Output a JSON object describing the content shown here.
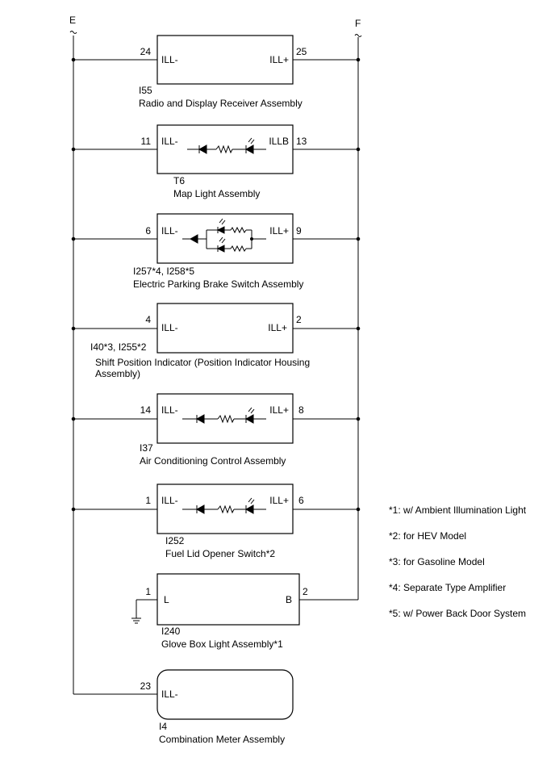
{
  "buses": {
    "left": "E",
    "right": "F"
  },
  "components": {
    "radio": {
      "code": "I55",
      "name": "Radio and Display Receiver Assembly",
      "pin_left": "24",
      "label_left": "ILL-",
      "pin_right": "25",
      "label_right": "ILL+"
    },
    "map": {
      "code": "T6",
      "name": "Map Light Assembly",
      "pin_left": "11",
      "label_left": "ILL-",
      "pin_right": "13",
      "label_right": "ILLB"
    },
    "epb": {
      "code": "I257*4, I258*5",
      "name": "Electric Parking Brake Switch Assembly",
      "pin_left": "6",
      "label_left": "ILL-",
      "pin_right": "9",
      "label_right": "ILL+"
    },
    "shift": {
      "code": "I40*3, I255*2",
      "name_line1": "Shift Position Indicator (Position Indicator Housing",
      "name_line2": "Assembly)",
      "pin_left": "4",
      "label_left": "ILL-",
      "pin_right": "2",
      "label_right": "ILL+"
    },
    "ac": {
      "code": "I37",
      "name": "Air Conditioning Control Assembly",
      "pin_left": "14",
      "label_left": "ILL-",
      "pin_right": "8",
      "label_right": "ILL+"
    },
    "fuel": {
      "code": "I252",
      "name": "Fuel Lid Opener Switch*2",
      "pin_left": "1",
      "label_left": "ILL-",
      "pin_right": "6",
      "label_right": "ILL+"
    },
    "glove": {
      "code": "I240",
      "name": "Glove Box Light Assembly*1",
      "pin_left": "1",
      "label_left": "L",
      "pin_right": "2",
      "label_right": "B"
    },
    "meter": {
      "code": "I4",
      "name": "Combination Meter Assembly",
      "pin_left": "23",
      "label_left": "ILL-"
    }
  },
  "notes": [
    "*1: w/ Ambient Illumination Light",
    "*2: for HEV Model",
    "*3: for Gasoline Model",
    "*4: Separate Type Amplifier",
    "*5: w/ Power Back Door System"
  ]
}
